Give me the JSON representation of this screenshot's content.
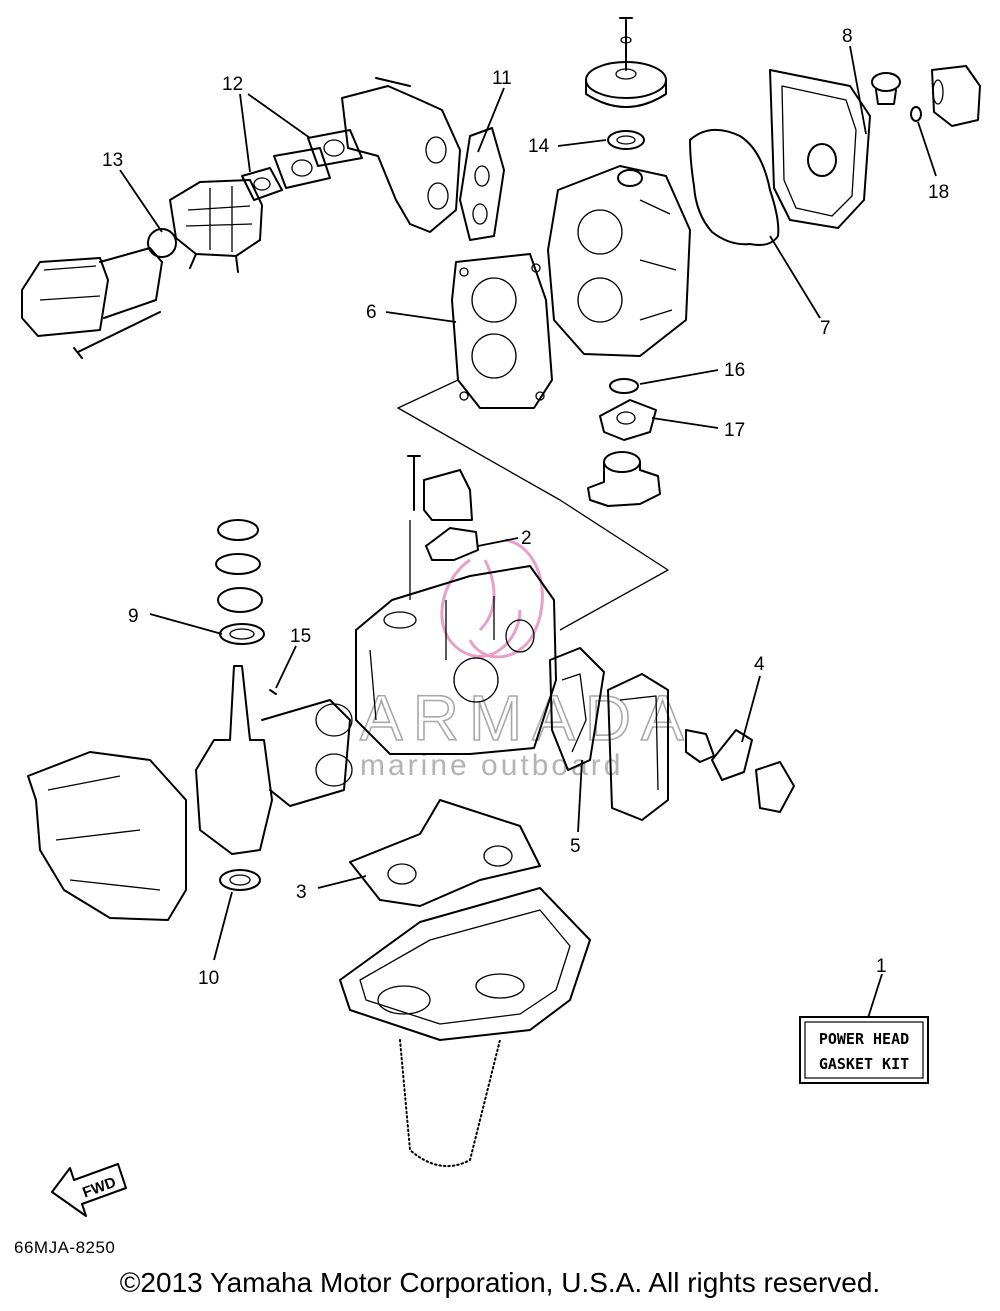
{
  "callouts": [
    {
      "id": "c1",
      "label": "1"
    },
    {
      "id": "c2",
      "label": "2"
    },
    {
      "id": "c3",
      "label": "3"
    },
    {
      "id": "c4",
      "label": "4"
    },
    {
      "id": "c5",
      "label": "5"
    },
    {
      "id": "c6",
      "label": "6"
    },
    {
      "id": "c7",
      "label": "7"
    },
    {
      "id": "c8",
      "label": "8"
    },
    {
      "id": "c9",
      "label": "9"
    },
    {
      "id": "c10",
      "label": "10"
    },
    {
      "id": "c11",
      "label": "11"
    },
    {
      "id": "c12",
      "label": "12"
    },
    {
      "id": "c13",
      "label": "13"
    },
    {
      "id": "c14",
      "label": "14"
    },
    {
      "id": "c15",
      "label": "15"
    },
    {
      "id": "c16",
      "label": "16"
    },
    {
      "id": "c17",
      "label": "17"
    },
    {
      "id": "c18",
      "label": "18"
    }
  ],
  "kit_box": {
    "line1": "POWER HEAD",
    "line2": "GASKET KIT"
  },
  "fwd_arrow": {
    "label": "FWD"
  },
  "watermark": {
    "brand": "ARMADA",
    "tagline": "marine outboard",
    "color": "#9a9a9a",
    "logo_color": "#e8a0c8"
  },
  "drawing_code": "66MJA-8250",
  "copyright": "©2013 Yamaha Motor Corporation, U.S.A. All rights reserved."
}
